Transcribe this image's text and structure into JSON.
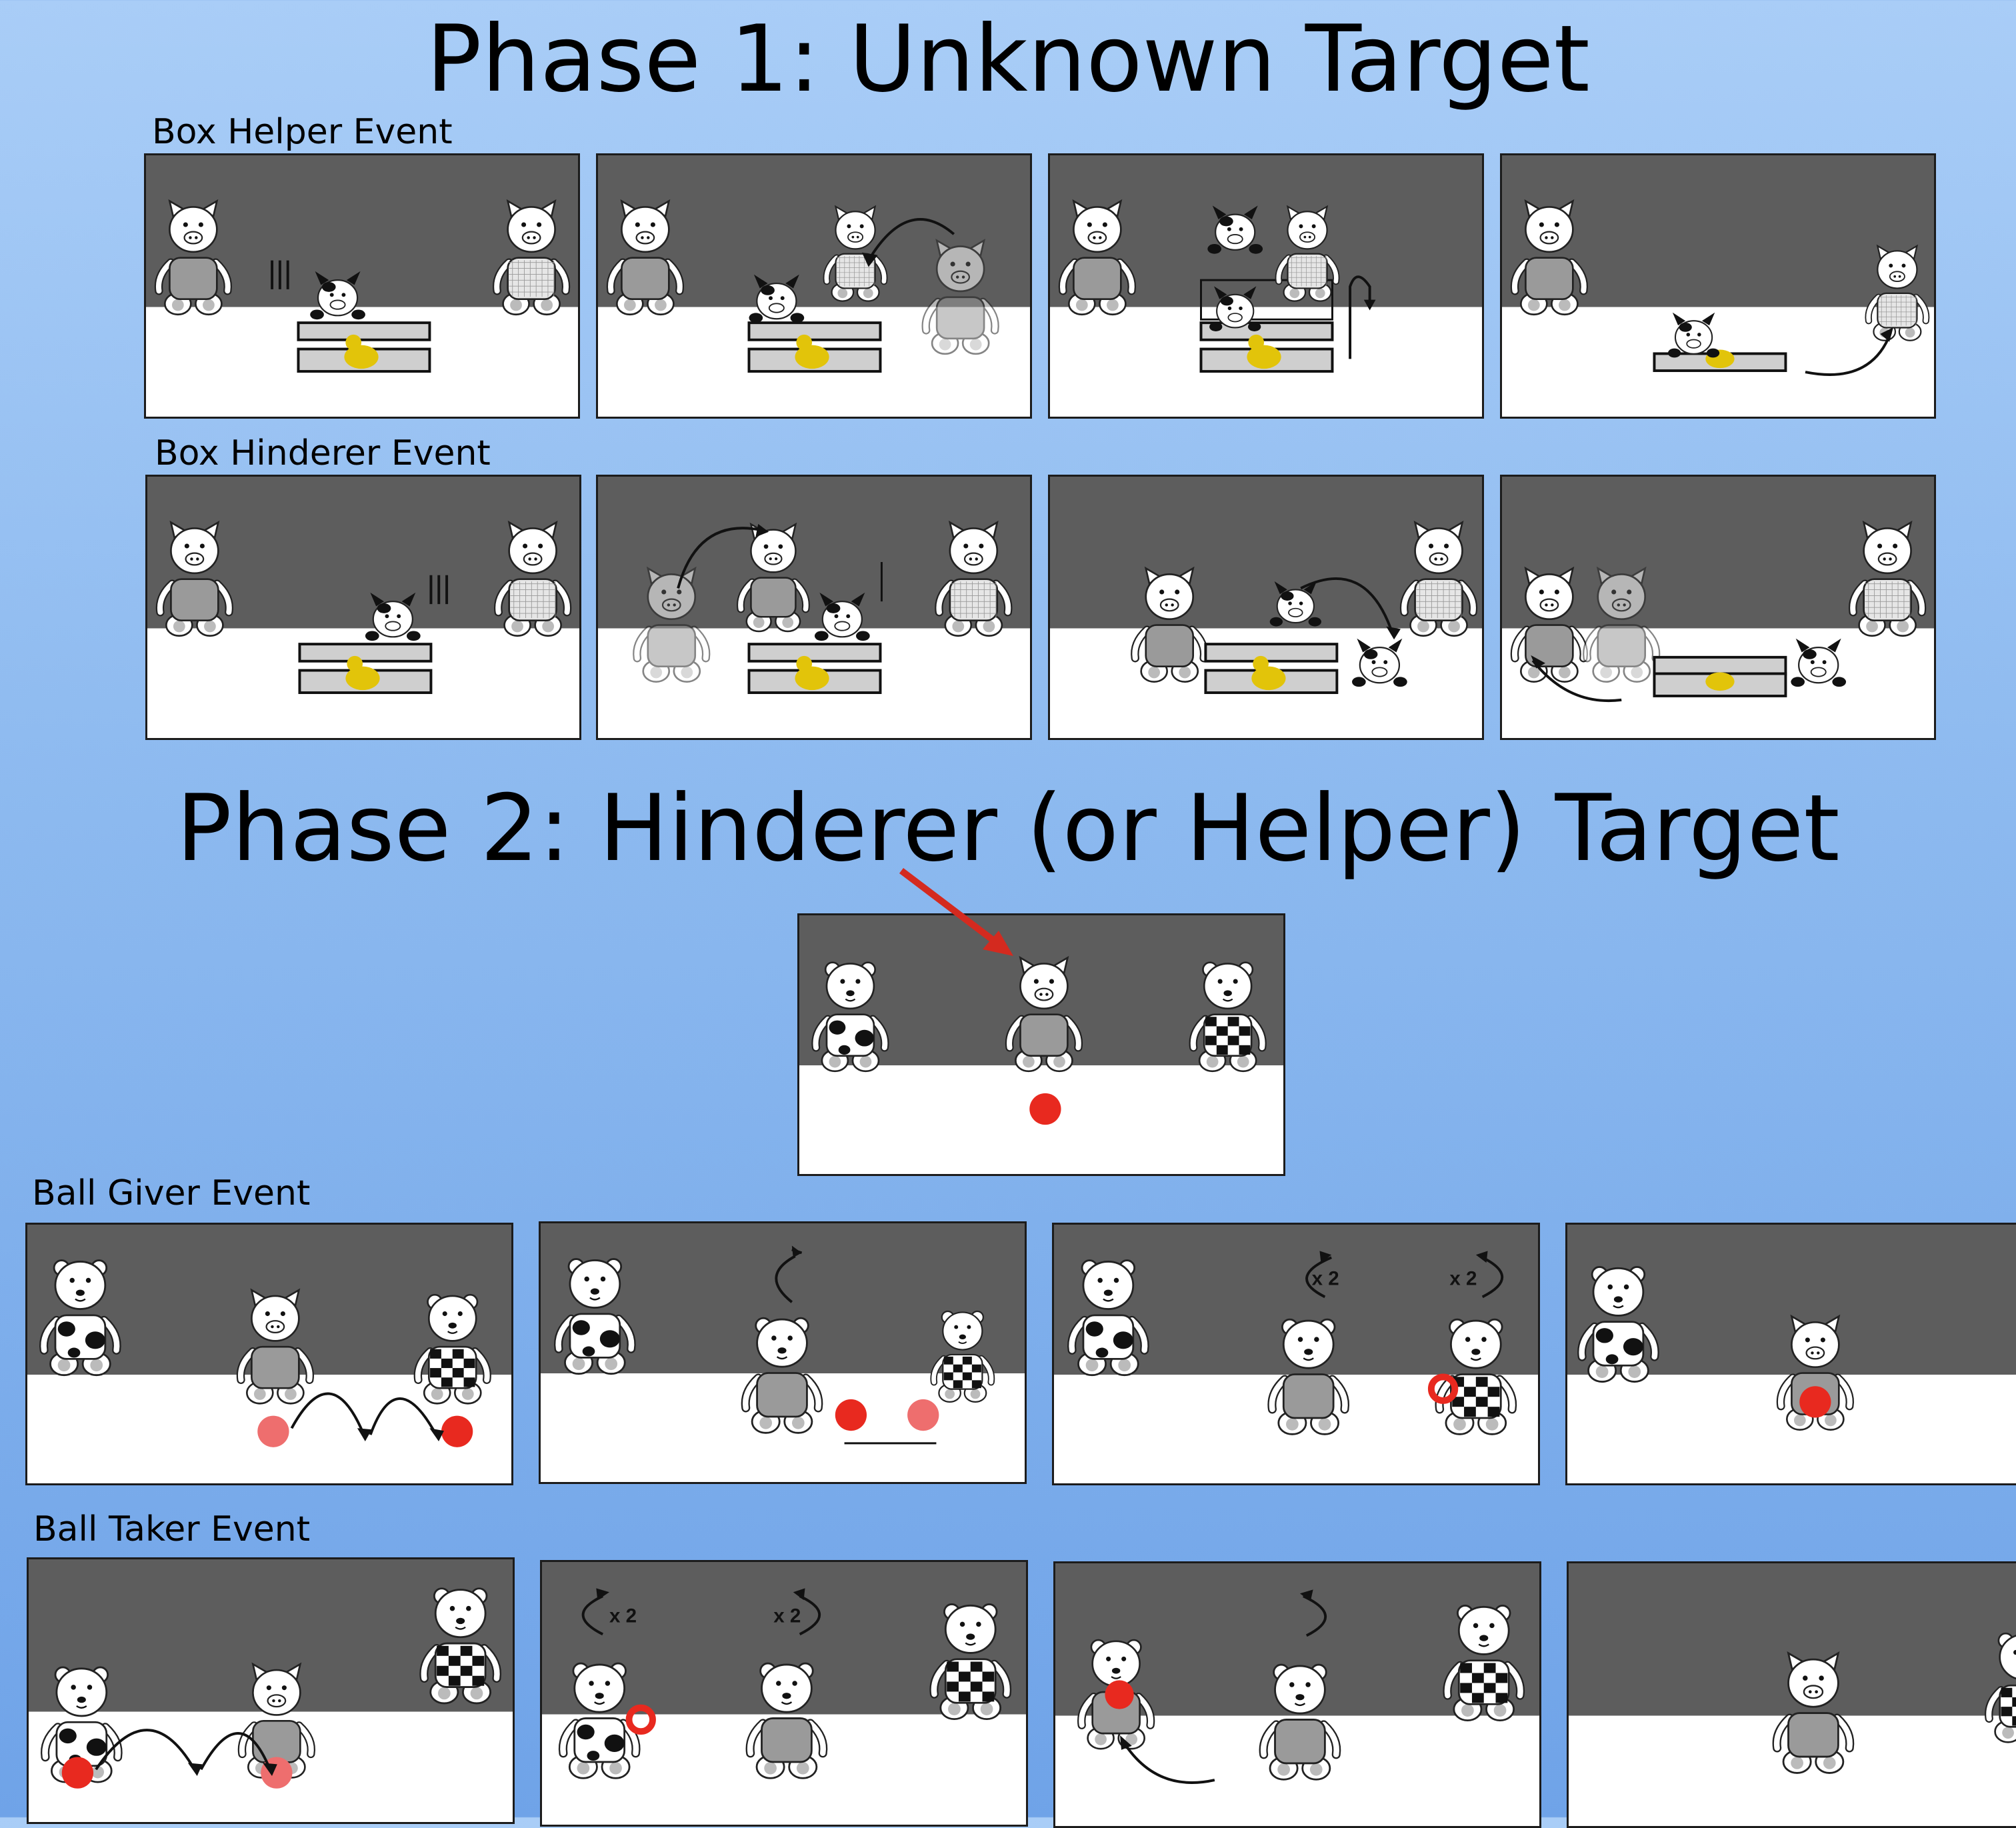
{
  "phase1": {
    "title": "Phase 1: Unknown Target",
    "rows": [
      {
        "label": "Box Helper Event"
      },
      {
        "label": "Box Hinderer Event"
      }
    ]
  },
  "phase2": {
    "title": "Phase 2: Hinderer (or Helper) Target",
    "rows": [
      {
        "label": "Ball Giver Event"
      },
      {
        "label": "Ball Taker Event"
      }
    ]
  },
  "annotations": {
    "repeat_mark": "x 2"
  },
  "colors": {
    "background_top": "#a9cdf7",
    "background_bottom": "#6fa3e8",
    "wall": "#5d5d5d",
    "floor": "#ffffff",
    "ball": "#e8291f",
    "duck": "#e2c40a",
    "target_arrow": "#d42a1f"
  }
}
